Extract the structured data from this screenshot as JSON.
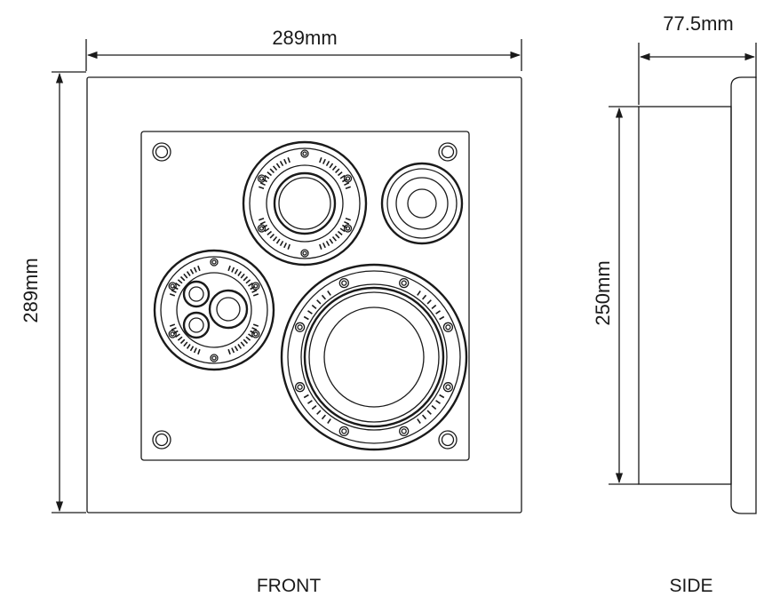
{
  "dimensions": {
    "front_width": "289mm",
    "front_height": "289mm",
    "side_depth": "77.5mm",
    "side_height": "250mm"
  },
  "views": {
    "front": "FRONT",
    "side": "SIDE"
  }
}
